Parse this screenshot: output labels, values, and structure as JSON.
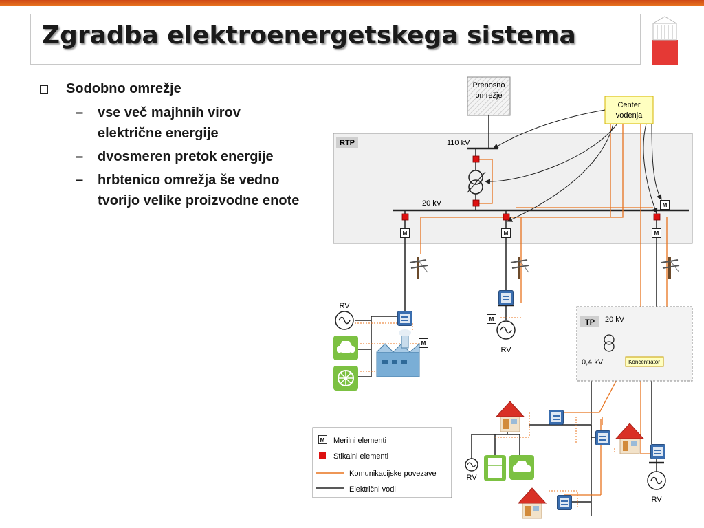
{
  "title": "Zgradba elektroenergetskega sistema",
  "bullets": {
    "main": "Sodobno omrežje",
    "dash": "–",
    "sub": [
      "vse več majhnih virov električne energije",
      "dvosmeren pretok energije",
      "hrbtenico omrežja še vedno tvorijo velike proizvodne enote"
    ]
  },
  "diagram": {
    "transmission_line1": "Prenosno",
    "transmission_line2": "omrežje",
    "control_line1": "Center",
    "control_line2": "vodenja",
    "rtp_label": "RTP",
    "kv110": "110 kV",
    "kv20": "20 kV",
    "tp_label": "TP",
    "tp_kv20": "20 kV",
    "kv04": "0,4 kV",
    "concentrator": "Koncentrator",
    "meter_glyph": "M",
    "rv": "RV"
  },
  "legend": {
    "meter": "Merilni elementi",
    "switch": "Stikalni elementi",
    "comm": "Komunikacijske povezave",
    "power": "Električni vodi"
  },
  "colors": {
    "accent": "#e8731e",
    "switch_red": "#dd1111",
    "control_fill": "#ffffc0",
    "green_device": "#7cc142",
    "roof_red": "#d93025"
  }
}
